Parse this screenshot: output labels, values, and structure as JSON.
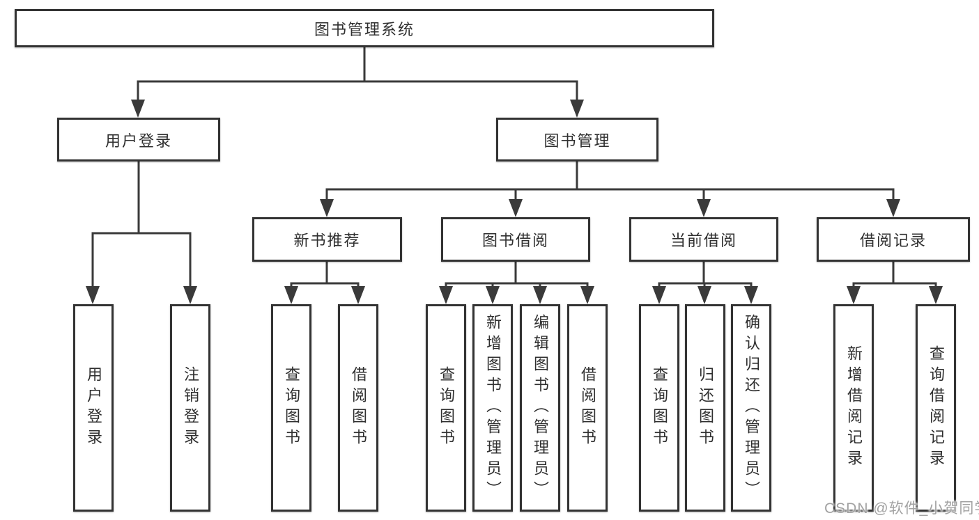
{
  "tree": {
    "root": {
      "label": "图书管理系统"
    },
    "branches": [
      {
        "label": "用户登录",
        "children": [
          {
            "label": "用户登录"
          },
          {
            "label": "注销登录"
          }
        ]
      },
      {
        "label": "图书管理",
        "children": [
          {
            "label": "新书推荐",
            "children": [
              {
                "label": "查询图书"
              },
              {
                "label": "借阅图书"
              }
            ]
          },
          {
            "label": "图书借阅",
            "children": [
              {
                "label": "查询图书"
              },
              {
                "label": "新增图书（管理员）"
              },
              {
                "label": "编辑图书（管理员）"
              },
              {
                "label": "借阅图书"
              }
            ]
          },
          {
            "label": "当前借阅",
            "children": [
              {
                "label": "查询图书"
              },
              {
                "label": "归还图书"
              },
              {
                "label": "确认归还（管理员）"
              }
            ]
          },
          {
            "label": "借阅记录",
            "children": [
              {
                "label": "新增借阅记录"
              },
              {
                "label": "查询借阅记录"
              }
            ]
          }
        ]
      }
    ]
  },
  "watermark": {
    "text": "CSDN @软件_小贺同学",
    "color": "#a2a2a2"
  },
  "colors": {
    "line": "#3a3a3a",
    "border": "#333333",
    "text": "#2f2f2f",
    "background": "#ffffff"
  }
}
